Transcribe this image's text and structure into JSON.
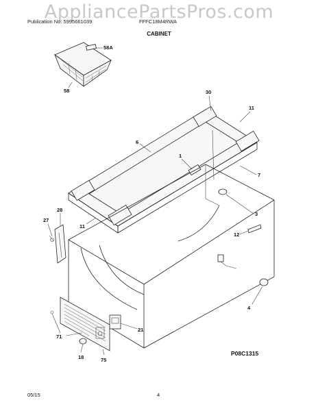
{
  "header": {
    "watermark": "AppliancePartsPros.com",
    "publication": "Publication No: 5995661039",
    "model": "FFFC18M4RWA",
    "section_title": "CABINET"
  },
  "footer": {
    "date": "05/15",
    "page_number": "4",
    "diagram_code": "P08C1315"
  },
  "callouts": {
    "c58A": "58A",
    "c58": "58",
    "c30": "30",
    "c11a": "11",
    "c6": "6",
    "c1": "1",
    "c7": "7",
    "c28": "28",
    "c27": "27",
    "c11b": "11",
    "c3": "3",
    "c12": "12",
    "c4": "4",
    "c21": "21",
    "c71": "71",
    "c18": "18",
    "c75": "75"
  }
}
